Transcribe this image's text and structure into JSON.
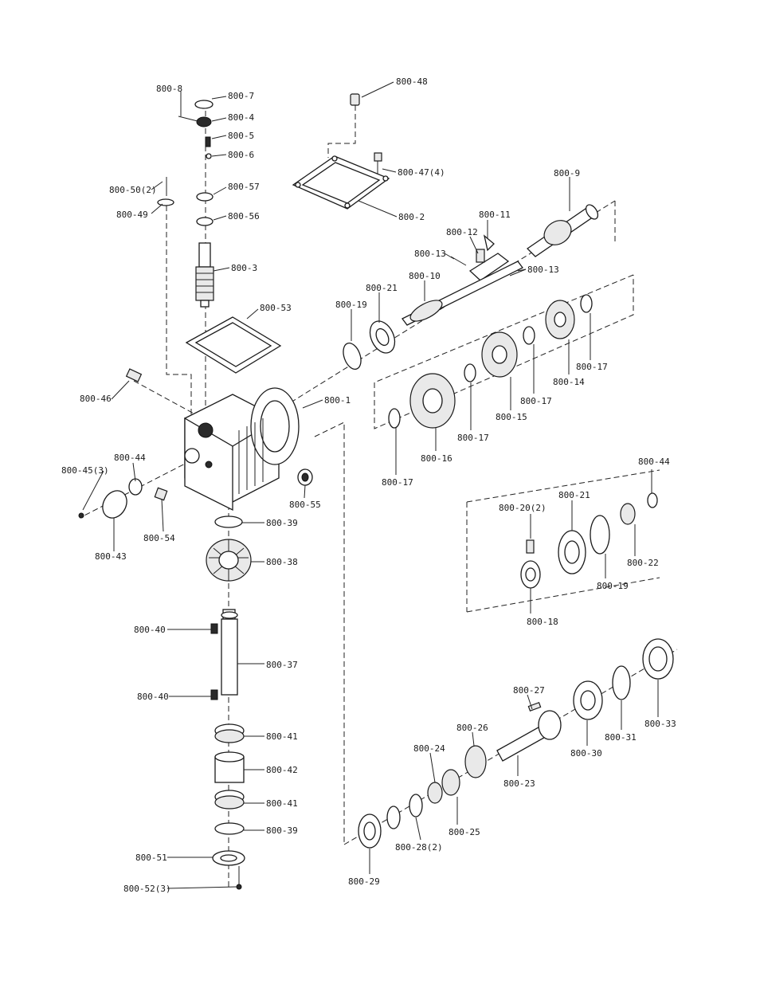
{
  "labels": {
    "p800_1": "800-1",
    "p800_2": "800-2",
    "p800_3": "800-3",
    "p800_4": "800-4",
    "p800_5": "800-5",
    "p800_6": "800-6",
    "p800_7": "800-7",
    "p800_8": "800-8",
    "p800_9": "800-9",
    "p800_10": "800-10",
    "p800_11": "800-11",
    "p800_12": "800-12",
    "p800_13a": "800-13",
    "p800_13b": "800-13",
    "p800_14": "800-14",
    "p800_15": "800-15",
    "p800_16": "800-16",
    "p800_17a": "800-17",
    "p800_17b": "800-17",
    "p800_17c": "800-17",
    "p800_17d": "800-17",
    "p800_18": "800-18",
    "p800_19a": "800-19",
    "p800_19b": "800-19",
    "p800_20": "800-20(2)",
    "p800_21a": "800-21",
    "p800_21b": "800-21",
    "p800_22": "800-22",
    "p800_23": "800-23",
    "p800_24": "800-24",
    "p800_25": "800-25",
    "p800_26": "800-26",
    "p800_27": "800-27",
    "p800_28": "800-28(2)",
    "p800_29": "800-29",
    "p800_30": "800-30",
    "p800_31": "800-31",
    "p800_33": "800-33",
    "p800_37": "800-37",
    "p800_38": "800-38",
    "p800_39a": "800-39",
    "p800_39b": "800-39",
    "p800_40a": "800-40",
    "p800_40b": "800-40",
    "p800_41a": "800-41",
    "p800_41b": "800-41",
    "p800_42": "800-42",
    "p800_43": "800-43",
    "p800_44a": "800-44",
    "p800_44b": "800-44",
    "p800_45": "800-45(3)",
    "p800_46": "800-46",
    "p800_47": "800-47(4)",
    "p800_48": "800-48",
    "p800_49": "800-49",
    "p800_50": "800-50(2)",
    "p800_51": "800-51",
    "p800_52": "800-52(3)",
    "p800_53": "800-53",
    "p800_54": "800-54",
    "p800_55": "800-55",
    "p800_56": "800-56",
    "p800_57": "800-57"
  }
}
